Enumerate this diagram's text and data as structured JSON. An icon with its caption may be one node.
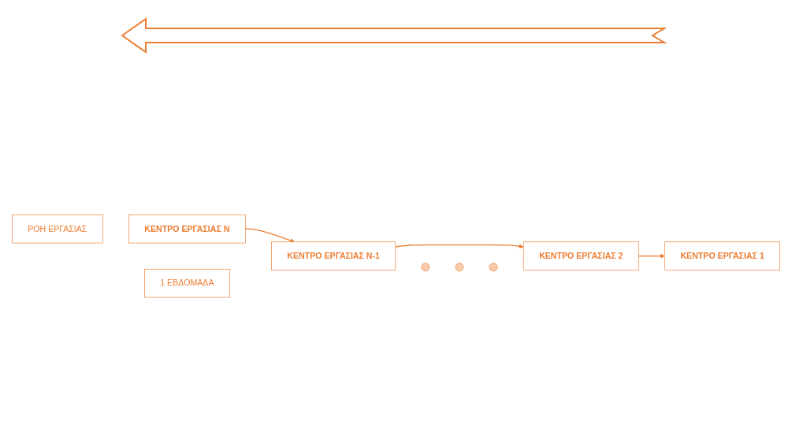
{
  "diagram": {
    "nodes": [
      {
        "text": [
          "ΡΟΗ ΕΡΓΑΣΙΑΣ"
        ]
      },
      {
        "text": [
          "ΚΕΝΤΡΟ ΕΡΓΑΣΙΑΣ Ν"
        ]
      },
      {
        "text": [
          "ΚΕΝΤΡΟ ΕΡΓΑΣΙΑΣ Ν-1"
        ]
      },
      {
        "text": [],
        "shape": "circle"
      },
      {
        "text": [],
        "shape": "circle"
      },
      {
        "text": [],
        "shape": "circle"
      },
      {
        "text": [
          "ΚΕΝΤΡΟ ΕΡΓΑΣΙΑΣ 2"
        ]
      },
      {
        "text": [
          "ΚΕΝΤΡΟ ΕΡΓΑΣΙΑΣ 1"
        ]
      },
      {
        "text": [
          "1 ΕΒΔΟΜΑΔΑ"
        ]
      }
    ],
    "edges": [
      {
        "from": 1,
        "to": 2,
        "arrow": "to"
      },
      {
        "from": 2,
        "to": 6,
        "arrow": "to"
      },
      {
        "from": 6,
        "to": 7,
        "arrow": "to"
      }
    ]
  }
}
